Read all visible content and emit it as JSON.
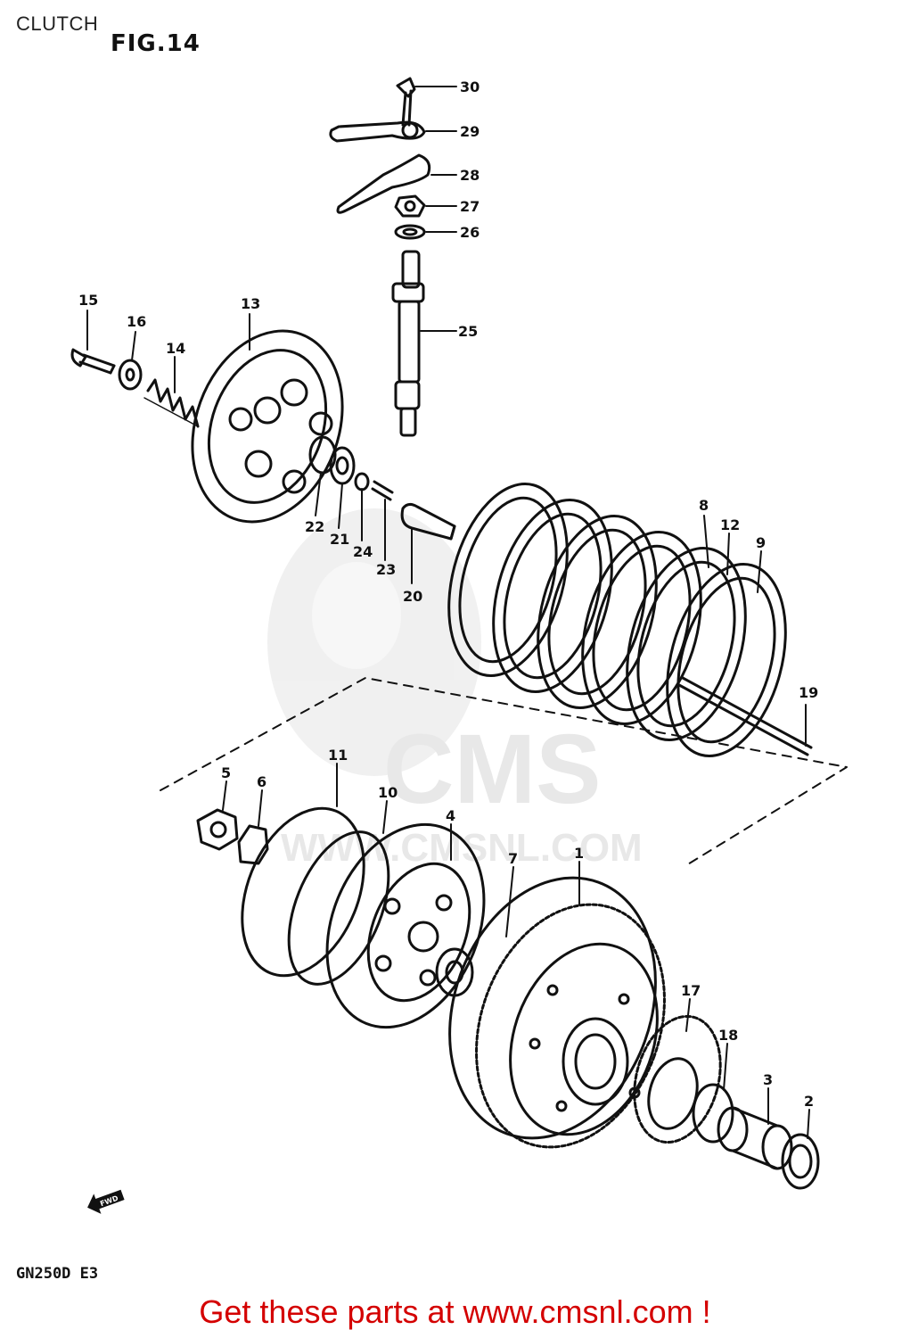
{
  "header": {
    "section_title": "CLUTCH",
    "figure_label": "FIG.14"
  },
  "footer": {
    "model_code": "GN250D E3",
    "call_to_action": "Get these parts at www.cmsnl.com !"
  },
  "fwd_label": "FWD",
  "watermark": {
    "brand": "CMS",
    "url": "WWW.CMSNL.COM"
  },
  "callouts": [
    "1",
    "2",
    "3",
    "4",
    "5",
    "6",
    "7",
    "8",
    "9",
    "10",
    "11",
    "12",
    "13",
    "14",
    "15",
    "16",
    "17",
    "18",
    "19",
    "20",
    "21",
    "22",
    "23",
    "24",
    "25",
    "26",
    "27",
    "28",
    "29",
    "30"
  ],
  "colors": {
    "line_art": "#111111",
    "cta_text": "#d40000",
    "watermark": "#e6e6e6"
  }
}
